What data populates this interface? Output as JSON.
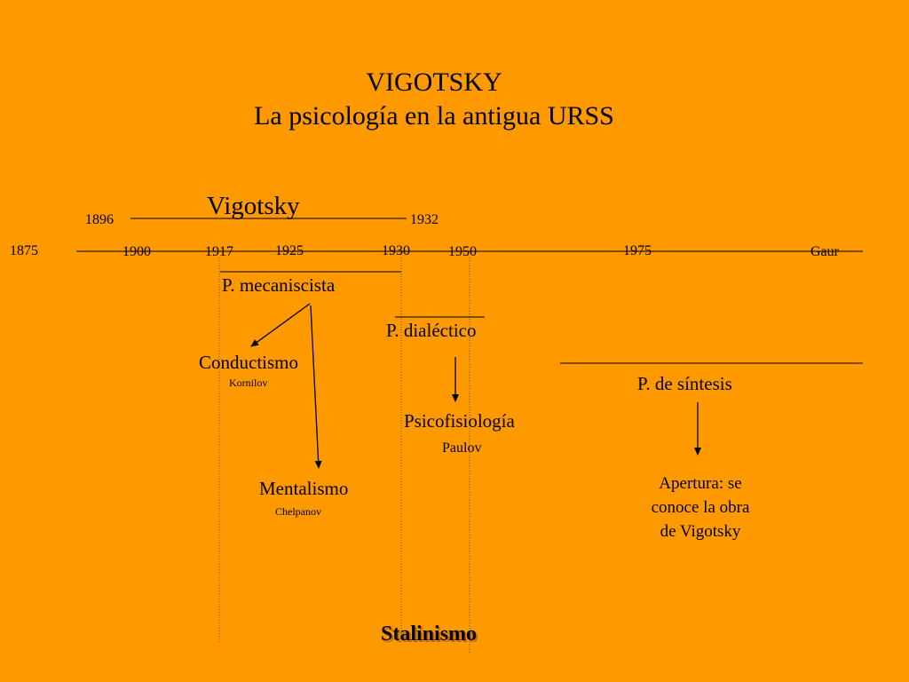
{
  "header": {
    "title": "VIGOTSKY",
    "subtitle": "La psicología en la antigua URSS"
  },
  "lifespan": {
    "label": "Vigotsky",
    "start": "1896",
    "end": "1932"
  },
  "timeline": {
    "years": [
      "1875",
      "1900",
      "1917",
      "1925",
      "1930",
      "1950",
      "1975",
      "Gaur"
    ]
  },
  "nodes": {
    "mecaniscista": "P. mecaniscista",
    "conductismo": "Conductismo",
    "kornilov": "Kornilov",
    "mentalismo": "Mentalismo",
    "chelpanov": "Chelpanov",
    "dialectico": "P. dialéctico",
    "psicofisiologia": "Psicofisiología",
    "paulov": "Paulov",
    "sintesis": "P. de síntesis",
    "apertura": [
      "Apertura:  se",
      "conoce la obra",
      "de Vigotsky"
    ]
  },
  "footer": {
    "stalinismo": "Stalinismo"
  },
  "colors": {
    "background": "#FF9900",
    "ink": "#000000"
  }
}
